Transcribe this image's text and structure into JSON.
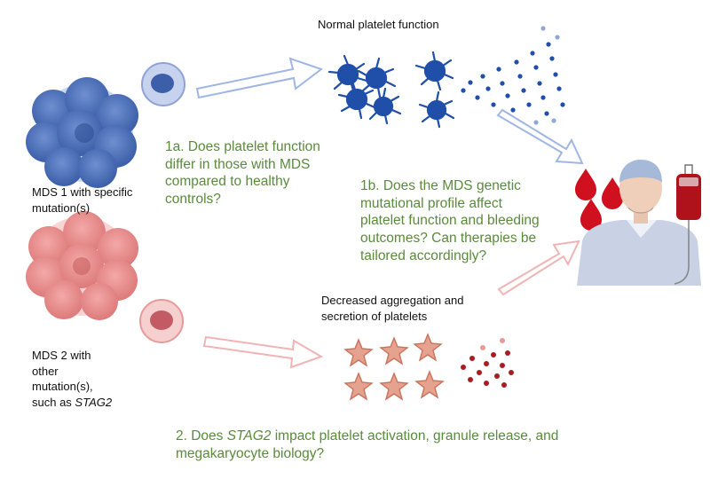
{
  "colors": {
    "question_text": "#5a8a3c",
    "mds1_cells": "#4a6fb5",
    "mds2_cells": "#e88a8a",
    "normal_platelet": "#1f4fa8",
    "abnormal_platelet": "#e0a08a",
    "blood": "#d0101e",
    "patient_skin": "#c8d2e4"
  },
  "labels": {
    "top_heading": "Normal platelet function",
    "mds1": [
      "MDS 1 with specific",
      "mutation(s)"
    ],
    "mds2_lines": [
      "MDS 2 with",
      "other",
      "mutation(s),"
    ],
    "mds2_prefix": "such as ",
    "mds2_gene": "STAG2",
    "decreased": [
      "Decreased aggregation and",
      "secretion of platelets"
    ]
  },
  "questions": {
    "q1a": [
      "1a. Does platelet function",
      "differ in those with MDS",
      "compared to healthy",
      "controls?"
    ],
    "q1b": [
      "1b. Does the MDS genetic",
      "mutational profile affect",
      "platelet function and bleeding",
      "outcomes? Can therapies be",
      "tailored accordingly?"
    ],
    "q2_prefix": "2. Does ",
    "q2_gene": "STAG2",
    "q2_rest": " impact platelet activation, granule release, and",
    "q2_line2": "megakaryocyte biology?"
  },
  "icons": [
    "mds1-cell-cluster-icon",
    "mds1-single-cell-icon",
    "normal-platelet-icon",
    "granule-dot-icon",
    "mds2-cell-cluster-icon",
    "mds2-single-cell-icon",
    "abnormal-platelet-icon",
    "blood-drop-icon",
    "patient-icon",
    "iv-bag-icon",
    "arrow-icon"
  ]
}
